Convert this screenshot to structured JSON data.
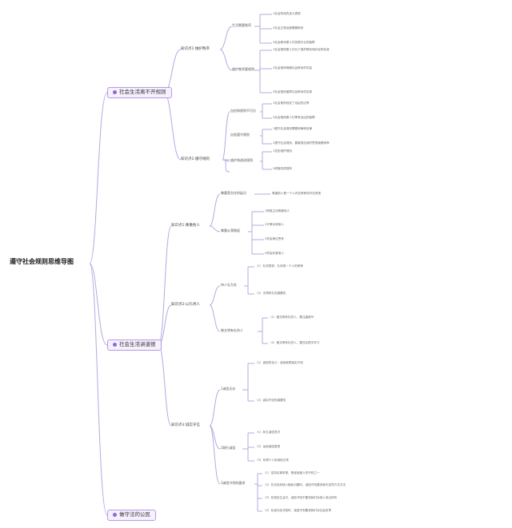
{
  "mindmap": {
    "root": "遵守社会规则思维导图",
    "branches": [
      {
        "title": "社会生活离不开规则",
        "sections": [
          {
            "label": "知识点1:维护秩序",
            "groups": [
              {
                "label": "生活需要秩序",
                "items": [
                  "1社会有序的含义表现",
                  "2社会正常运营需要秩序",
                  "3社会秩序是人们安居乐业的保障"
                ]
              },
              {
                "label": "维护秩序要规则",
                "items": [
                  "1社会规则是人们为了维护秩序而约定的标准",
                  "2社会规则明确社会秩序的内容",
                  "3社会规则保障社会秩序的实现"
                ]
              }
            ]
          },
          {
            "label": "知识点2:遵守规则",
            "groups": [
              {
                "label": "自由和规则不可分",
                "items": [
                  "1社会规则划定了自由的边界",
                  "2社会规则是人们享有自由的保障"
                ]
              },
              {
                "label": "自觉遵守规则",
                "items": [
                  "1遵守社会规则需要他律和自律",
                  "2遵守社会规则，要重视自身的思想道德修养"
                ]
              },
              {
                "label": "维护和改进规则",
                "items": [
                  "1坚定维护规则",
                  "2积极改进规则"
                ]
              }
            ]
          }
        ]
      },
      {
        "title": "社会生活讲道德",
        "sections": [
          {
            "label": "知识点1:尊重他人",
            "groups": [
              {
                "label": "尊重是交往的起点",
                "items": [
                  "尊重他人是一个人内在修养的外在表现"
                ]
              },
              {
                "label": "尊重从我做起",
                "items": [
                  "1积极主动尊重他人",
                  "2平等对待他人",
                  "3学会换位思考",
                  "4学会欣赏他人"
                ]
              }
            ]
          },
          {
            "label": "知识点2:以礼待人",
            "groups": [
              {
                "label": "待人礼为先",
                "items": [
                  "（1）礼的表现：礼体现一个人的修养",
                  "（2）文明有礼的重要性"
                ]
              },
              {
                "label": "做文明有礼的人",
                "items": [
                  "（1）做文明有礼的人，要注重细节",
                  "（2）做文明有礼的人，要在实践中学习"
                ]
              }
            ]
          },
          {
            "label": "知识点3:诚实守信",
            "groups": [
              {
                "label": "1诚信无价",
                "items": [
                  "（1）诚信的含义：诚信就是诚实守信",
                  "（2）诚实守信的重要性"
                ]
              },
              {
                "label": "2践行诚信",
                "items": [
                  "（1）树立诚信意识",
                  "（2）运用诚信智慧",
                  "（3）珍惜个人的诚信记录"
                ]
              },
              {
                "label": "3诚信守则的要求",
                "items": [
                  "（1）坚持实事求是，是诚信做人的守则之一",
                  "（2）在涉及到他人隐私问题时，诚信守则要求我们讲究方式方法",
                  "（3）在现实生活中，诚信守则不要求我们对他人说出所有",
                  "（4）在诚与信冲突时，诚信守则要求我们对社会负责"
                ]
              }
            ]
          }
        ]
      },
      {
        "title": "做守法的公民",
        "sections": []
      }
    ]
  }
}
